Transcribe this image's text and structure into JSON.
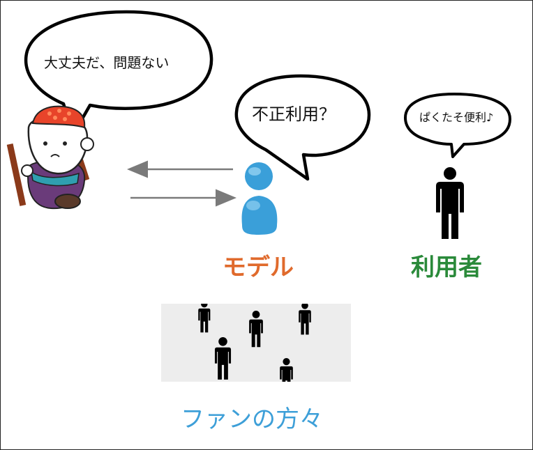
{
  "bubbles": {
    "mascot": "大丈夫だ、問題ない",
    "model": "不正利用？",
    "user": "ぱくたそ便利♪"
  },
  "labels": {
    "model": "モデル",
    "user": "利用者",
    "fans": "ファンの方々"
  },
  "colors": {
    "model": "#e06a2c",
    "user": "#2a8a3a",
    "fans": "#3d9fd8",
    "model_figure": "#3a9fd9"
  },
  "icons": {
    "mascot": "mascot-character",
    "model": "person-avatar-icon",
    "user": "person-silhouette-icon",
    "fans": "person-silhouette-icon"
  }
}
